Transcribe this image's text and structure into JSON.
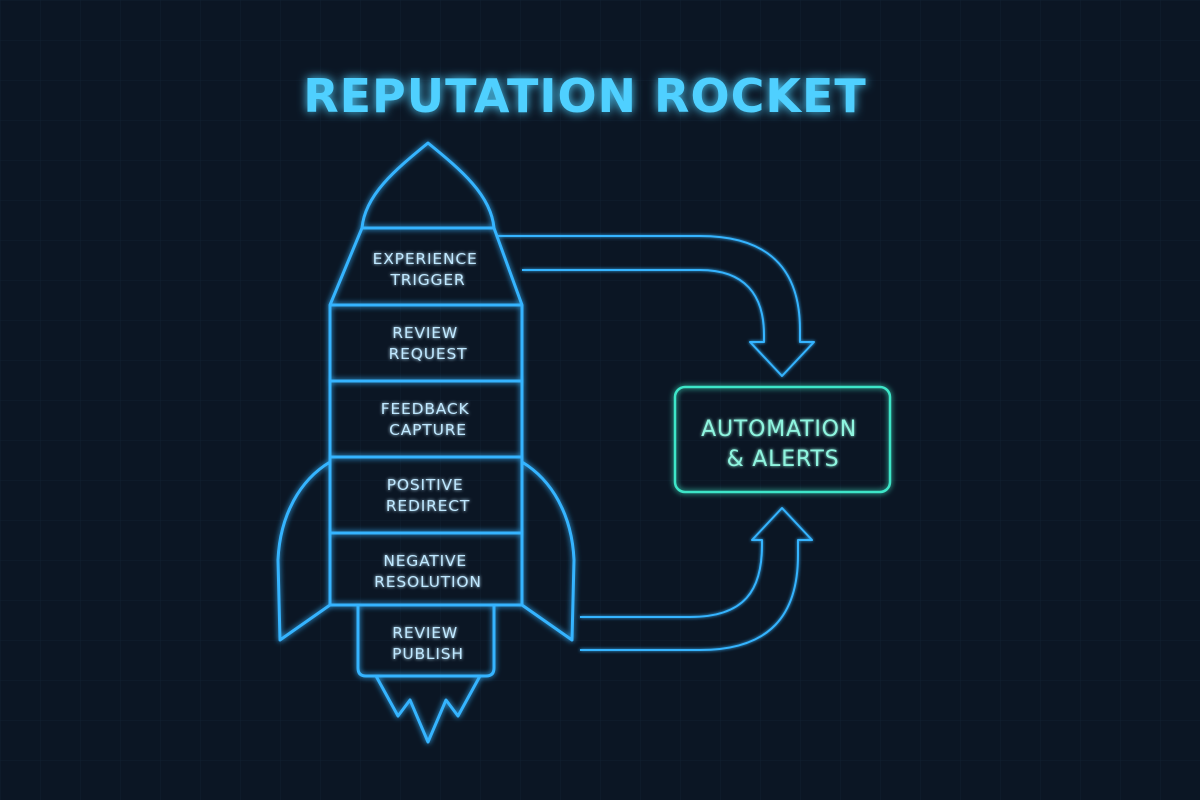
{
  "title": "REPUTATION ROCKET",
  "stages": [
    {
      "line1": "EXPERIENCE",
      "line2": "TRIGGER"
    },
    {
      "line1": "REVIEW",
      "line2": "REQUEST"
    },
    {
      "line1": "FEEDBACK",
      "line2": "CAPTURE"
    },
    {
      "line1": "POSITIVE",
      "line2": "REDIRECT"
    },
    {
      "line1": "NEGATIVE",
      "line2": "RESOLUTION"
    },
    {
      "line1": "REVIEW",
      "line2": "PUBLISH"
    }
  ],
  "automation_box": {
    "line1": "AUTOMATION",
    "line2": "& ALERTS"
  },
  "colors": {
    "background": "#0b1624",
    "grid": "#14283c",
    "neon_blue": "#35b4ff",
    "neon_blue_text": "#bfe8ff",
    "title": "#4fd0ff",
    "neon_teal": "#3ee6c8",
    "teal_text": "#8ff5df"
  }
}
